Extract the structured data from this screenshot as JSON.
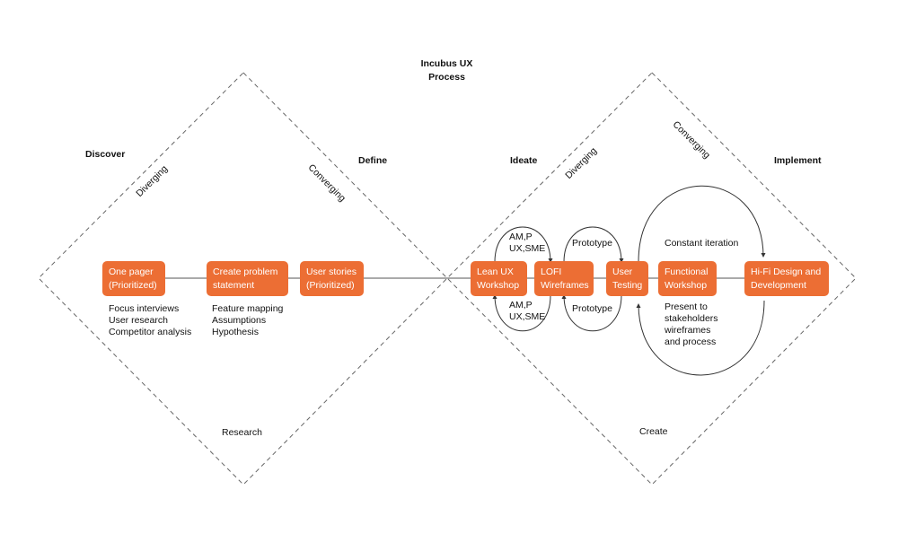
{
  "title": {
    "line1": "Incubus UX",
    "line2": "Process"
  },
  "phases": {
    "discover": "Discover",
    "define": "Define",
    "ideate": "Ideate",
    "implement": "Implement"
  },
  "diamond_labels": {
    "diverging_1": "Diverging",
    "converging_1": "Converging",
    "diverging_2": "Diverging",
    "converging_2": "Converging"
  },
  "boxes": {
    "one_pager": {
      "line1": "One pager",
      "line2": "(Prioritized)"
    },
    "problem_statement": {
      "line1": "Create problem",
      "line2": "statement"
    },
    "user_stories": {
      "line1": "User stories",
      "line2": "(Prioritized)"
    },
    "lean_ux": {
      "line1": "Lean UX",
      "line2": "Workshop"
    },
    "lofi": {
      "line1": "LOFI",
      "line2": "Wireframes"
    },
    "user_testing": {
      "line1": "User",
      "line2": "Testing"
    },
    "functional": {
      "line1": "Functional",
      "line2": "Workshop"
    },
    "hifi": {
      "line1": "Hi-Fi Design and",
      "line2": "Development"
    }
  },
  "notes": {
    "discover_items": [
      "Focus interviews",
      "User research",
      "Competitor analysis"
    ],
    "define_items": [
      "Feature mapping",
      "Assumptions",
      "Hypothesis"
    ],
    "am_top": [
      "AM,P",
      "UX,SME"
    ],
    "am_bottom": [
      "AM,P",
      "UX,SME"
    ],
    "prototype_top": "Prototype",
    "prototype_bottom": "Prototype",
    "constant_iteration": "Constant iteration",
    "present": [
      "Present to",
      "stakeholders",
      "wireframes",
      "and process"
    ],
    "research": "Research",
    "create": "Create"
  },
  "colors": {
    "box": "#ec6e34",
    "box_text": "#ffffff",
    "line": "#555555"
  }
}
